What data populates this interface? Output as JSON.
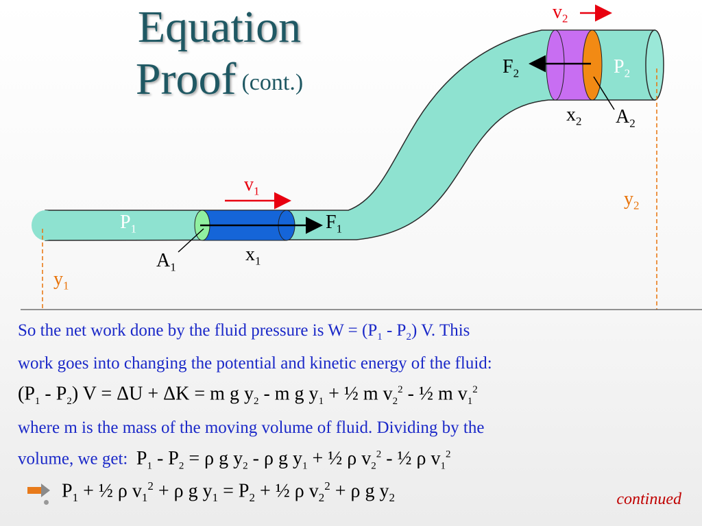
{
  "title": {
    "line1": "Equation",
    "line2": "Proof",
    "sub": "(cont.)"
  },
  "labels": {
    "v": "v",
    "F": "F",
    "P": "P",
    "A": "A",
    "x": "x",
    "y": "y",
    "one": "1",
    "two": "2"
  },
  "text": {
    "l1a": "So the net work done by the fluid pressure is  W = (P",
    "l1b": " -  P",
    "l1c": ") V.  This",
    "l2": "work goes into changing the potential and kinetic energy of the fluid:",
    "l3a": "(P",
    "l3b": " -  P",
    "l3c": ") V = ΔU + ΔK = m g y",
    "l3d": " - m g y",
    "l3e": " + ½ m v",
    "l3f": " - ½ m v",
    "l4": "where  m  is the mass of the moving volume of fluid.  Dividing by the",
    "l5": "volume, we get:",
    "l5a": "P",
    "l5b": " -  P",
    "l5c": " = ρ g y",
    "l5d": " - ρ g y",
    "l5e": " + ½ ρ v",
    "l5f": " - ½ ρ v"
  },
  "final": {
    "a": "P",
    "b": " + ½ ρ v",
    "c": " + ρ g y",
    "d": " =  P",
    "e": " + ½ ρ v",
    "f": " + ρ g y"
  },
  "footer": {
    "continued": "continued"
  },
  "colors": {
    "title": "#1f5863",
    "pipe": "#8ee2d0",
    "blue_segment": "#1565d8",
    "purple_segment": "#c86ef2",
    "orange_disk": "#f28a14",
    "green_disk": "#90f0a0",
    "body_text": "#1a28c8",
    "red": "#e8000f",
    "orange": "#e8730a"
  }
}
